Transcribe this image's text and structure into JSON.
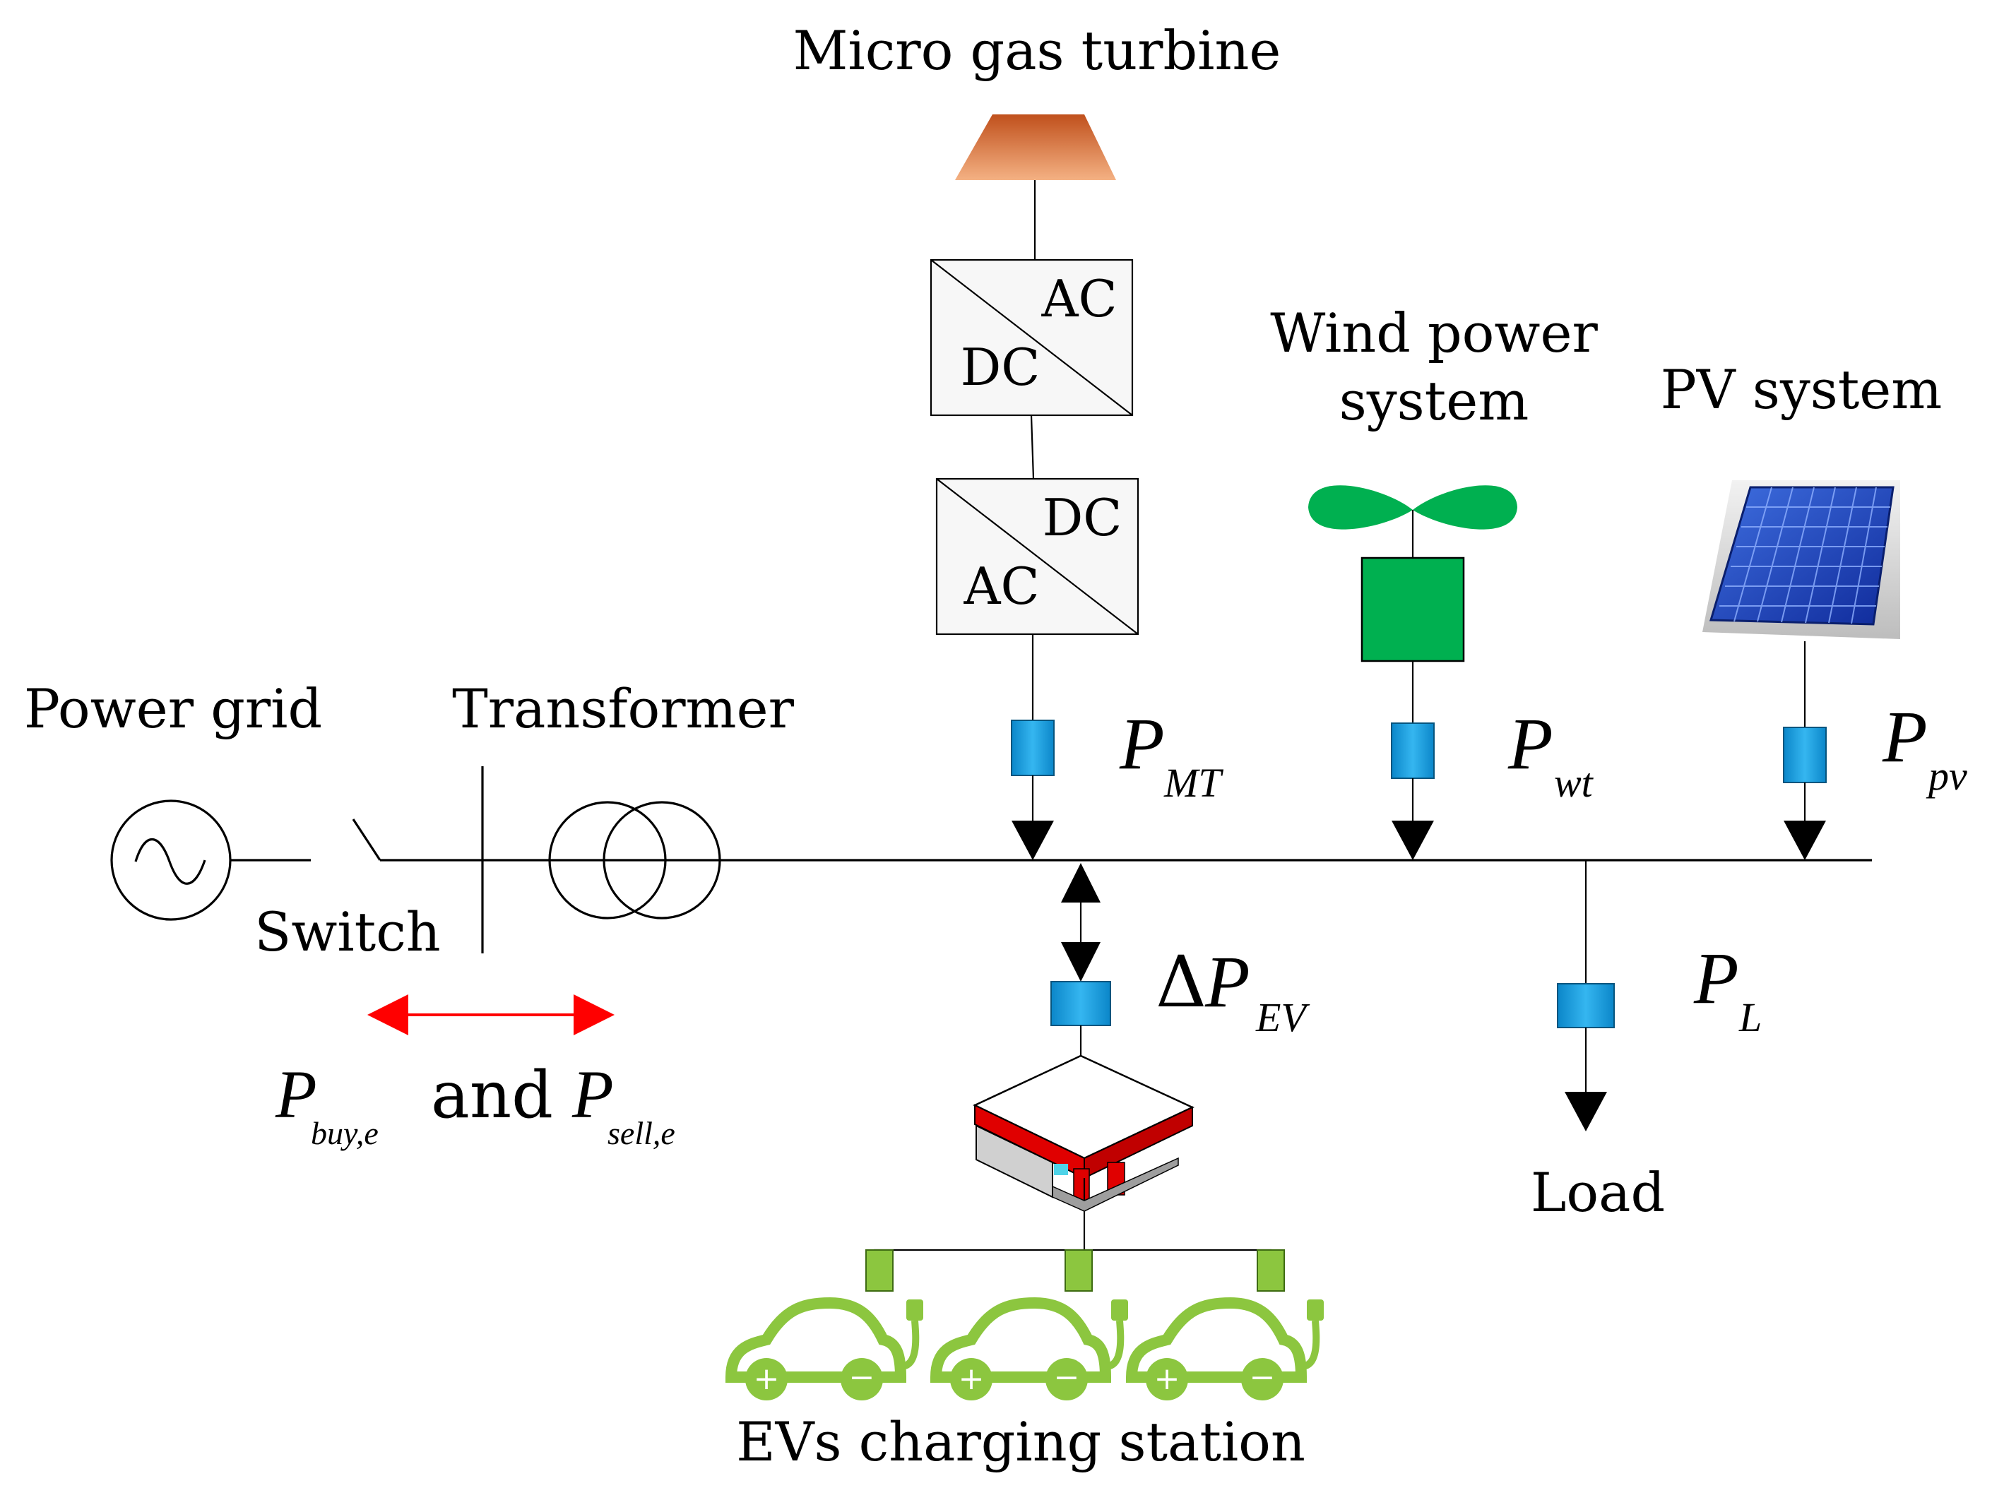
{
  "labels": {
    "micro_gas_turbine": "Micro gas turbine",
    "wind_power_line1": "Wind power",
    "wind_power_line2": "system",
    "pv_system": "PV system",
    "power_grid": "Power grid",
    "transformer": "Transformer",
    "switch": "Switch",
    "load": "Load",
    "ev_station": "EVs charging station"
  },
  "converters": {
    "ac_dc_top": "AC",
    "ac_dc_bottom": "DC",
    "dc_ac_top": "DC",
    "dc_ac_bottom": "AC"
  },
  "symbols": {
    "p_mt": {
      "main": "P",
      "sub": "MT"
    },
    "p_wt": {
      "main": "P",
      "sub": "wt"
    },
    "p_pv": {
      "main": "P",
      "sub": "pv"
    },
    "p_l": {
      "main": "P",
      "sub": "L"
    },
    "dp_ev": {
      "delta": "Δ",
      "main": "P",
      "sub": "EV"
    },
    "p_buy": {
      "main": "P",
      "sub": "buy,e"
    },
    "and_text": "and",
    "p_sell": {
      "main": "P",
      "sub": "sell,e"
    }
  },
  "colors": {
    "meter": "#1a9be0",
    "wind": "#00b050",
    "turbine": "#d9692c",
    "exchange_arrow": "#ff0000",
    "ev_green": "#8cc63f",
    "solar_blue": "#1f3fb8"
  }
}
